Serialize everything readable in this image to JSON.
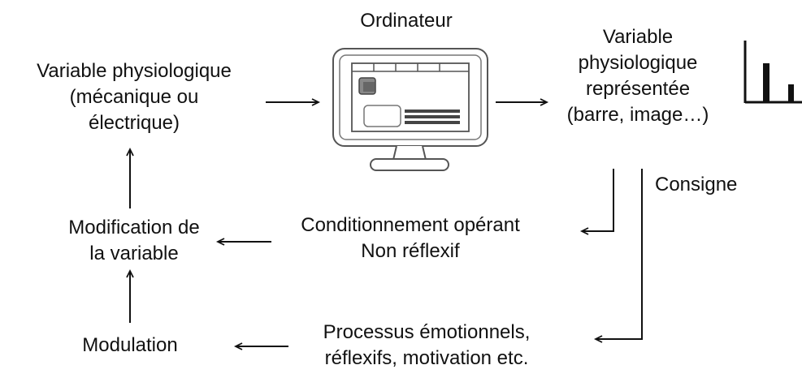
{
  "nodes": {
    "computer": "Ordinateur",
    "variable": [
      "Variable physiologique",
      "(mécanique ou",
      "électrique)"
    ],
    "represented": [
      "Variable",
      "physiologique",
      "représentée",
      "(barre, image…)"
    ],
    "instruction": "Consigne",
    "modification": [
      "Modification de",
      "la variable"
    ],
    "conditioning": [
      "Conditionnement opérant",
      "Non réflexif"
    ],
    "modulation": "Modulation",
    "processes": [
      "Processus émotionnels,",
      "réflexifs, motivation etc."
    ]
  },
  "icons": {
    "computer": "computer-monitor-icon",
    "bar_chart": "bar-chart-icon"
  },
  "colors": {
    "stroke": "#111111",
    "monitor_outline": "#555555",
    "monitor_bar": "#444444"
  }
}
